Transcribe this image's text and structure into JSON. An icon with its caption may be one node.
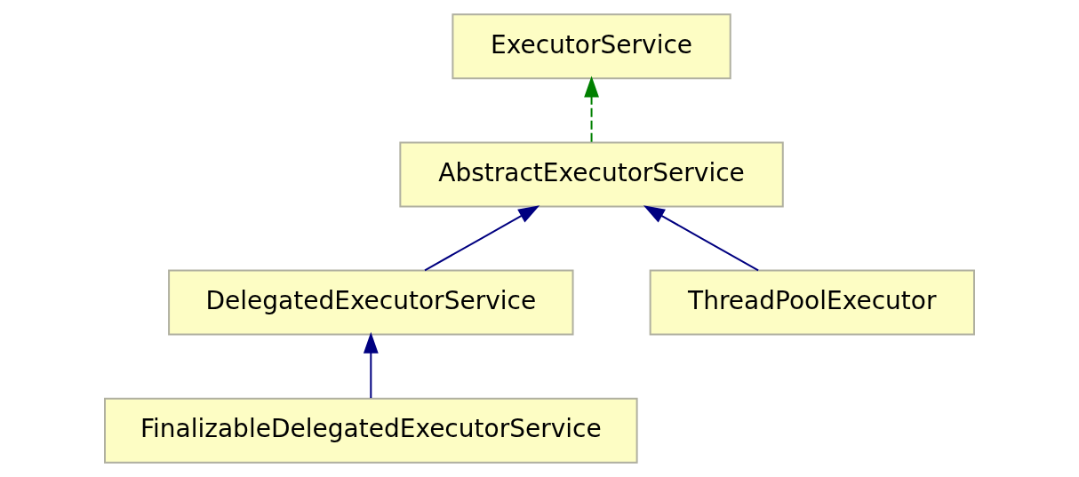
{
  "diagram": {
    "nodes": [
      {
        "text": [
          "ExecutorService"
        ]
      },
      {
        "text": [
          "AbstractExecutorService"
        ]
      },
      {
        "text": [
          "DelegatedExecutorService"
        ]
      },
      {
        "text": [
          "ThreadPoolExecutor"
        ]
      },
      {
        "text": [
          "FinalizableDelegatedExecutorService"
        ]
      }
    ],
    "edges": [
      {
        "from": 1,
        "to": 0,
        "arrow": "to",
        "style": "dashed",
        "color": "#008000"
      },
      {
        "from": 2,
        "to": 1,
        "arrow": "to"
      },
      {
        "from": 3,
        "to": 1,
        "arrow": "to"
      },
      {
        "from": 4,
        "to": 2,
        "arrow": "to"
      }
    ]
  }
}
